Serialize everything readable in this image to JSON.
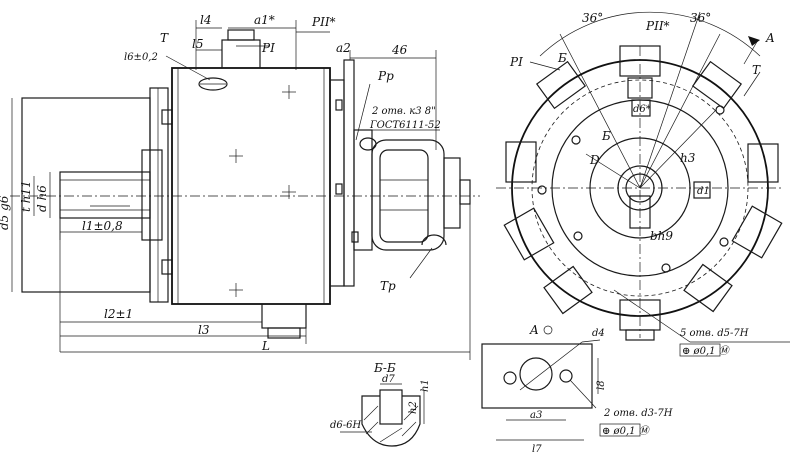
{
  "labels": {
    "l4": "l4",
    "a1": "a1*",
    "p2": "PII*",
    "t_top": "T",
    "l5": "l5",
    "p1_side": "PI",
    "l6": "l6±0,2",
    "a2": "a2",
    "dim46": "46",
    "pp": "Pp",
    "holes_top": "2 отв. к3 8\"",
    "gost": "ГОСТ6111-52",
    "d5g6": "d5 g6",
    "th11": "t h11",
    "dh6": "d h6",
    "l1": "l1±0,8",
    "tp": "Tp",
    "l2": "l2±1",
    "l3": "l3",
    "L": "L",
    "angle1": "36°",
    "angle2": "36°",
    "p2_front": "PII*",
    "a_view": "A",
    "p1_front": "PI",
    "b1": "Б",
    "t_front": "T",
    "d6": "d6*",
    "b2": "Б",
    "D": "D",
    "h3": "h3",
    "d1": "d1",
    "bh9": "bh9",
    "holes5": "5 отв. d5-7H",
    "tol1": "⊕ ø0,1 Ⓜ",
    "section": "Б-Б",
    "d7": "d7",
    "h1": "h1",
    "h2": "h2",
    "d6_6H": "d6-6H",
    "a_view2": "A",
    "d4": "d4",
    "l8": "l8",
    "a3": "a3",
    "holes2": "2 отв. d3-7H",
    "tol2": "⊕ ø0,1 Ⓜ",
    "l7": "l7"
  }
}
